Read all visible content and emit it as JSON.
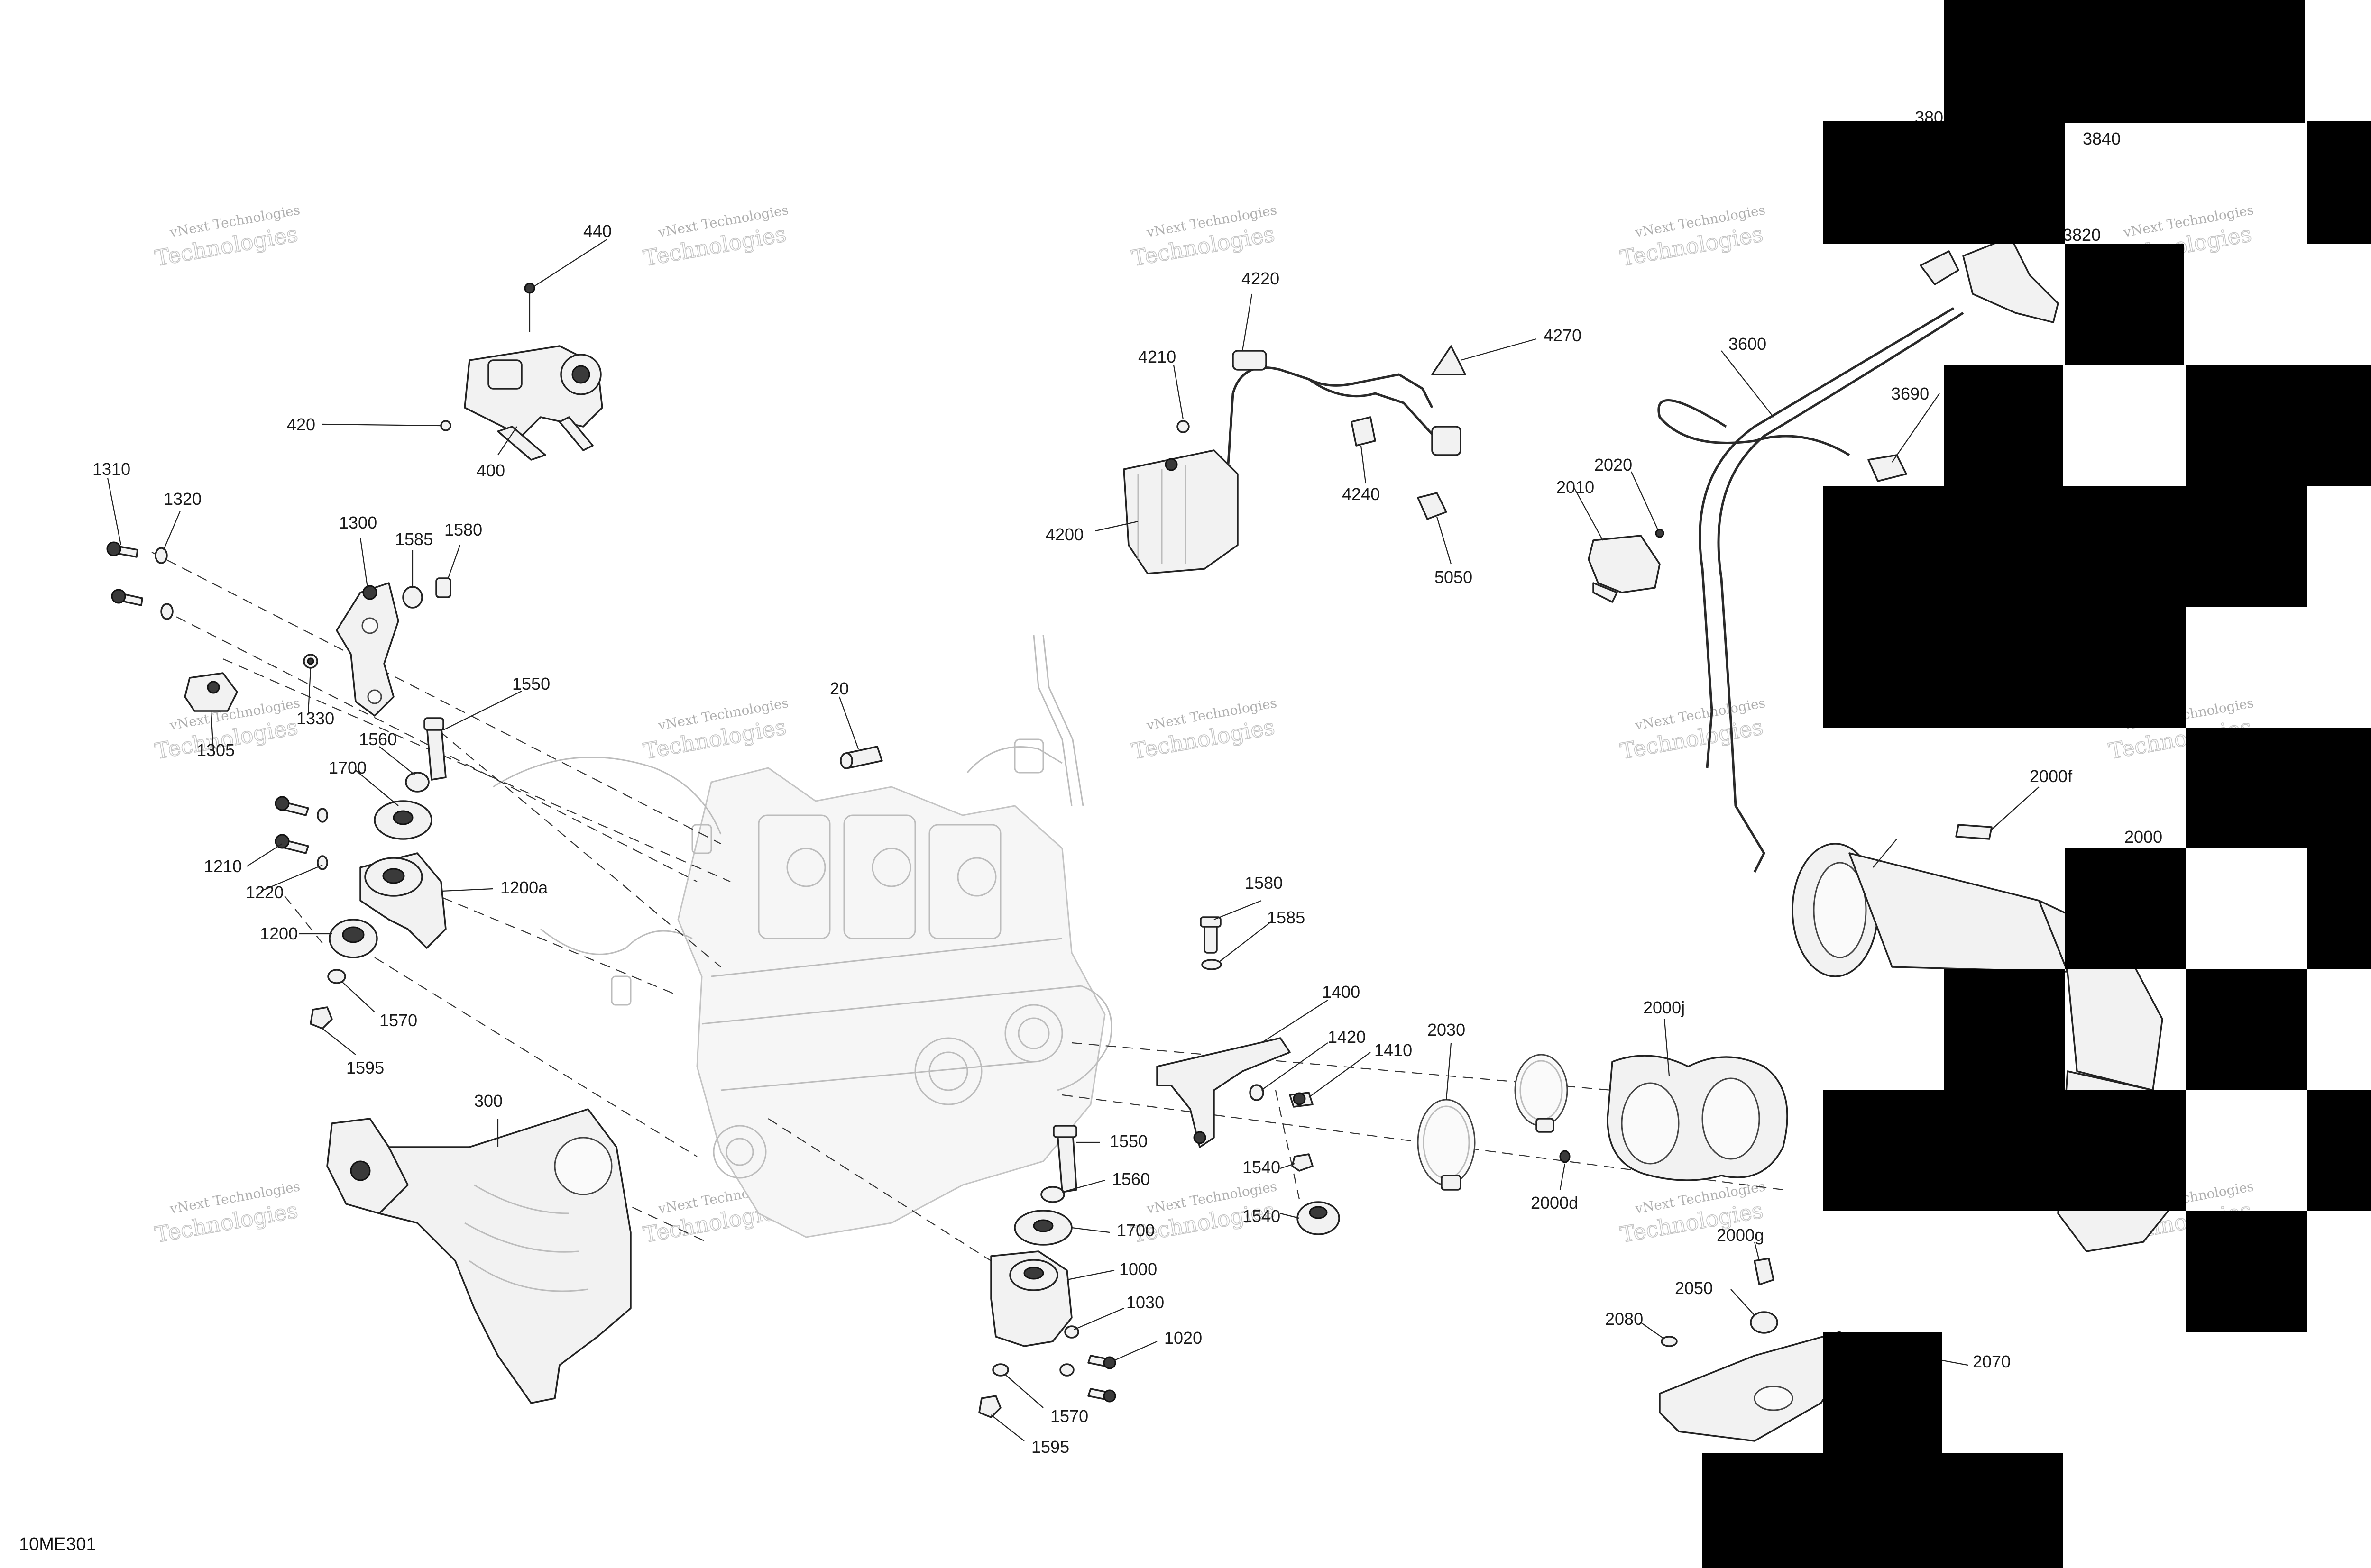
{
  "diagram_code": "10ME301",
  "watermark": {
    "line1": "vNext Technologies",
    "line2": "Technologies"
  },
  "callouts": {
    "c20": "20",
    "c300": "300",
    "c400": "400",
    "c420": "420",
    "c440": "440",
    "c1000": "1000",
    "c1020": "1020",
    "c1030": "1030",
    "c1200": "1200",
    "c1200a": "1200a",
    "c1210": "1210",
    "c1220": "1220",
    "c1300": "1300",
    "c1305": "1305",
    "c1310": "1310",
    "c1320": "1320",
    "c1330": "1330",
    "c1400": "1400",
    "c1410": "1410",
    "c1420": "1420",
    "c1540a": "1540",
    "c1540b": "1540",
    "c1550a": "1550",
    "c1550b": "1550",
    "c1560a": "1560",
    "c1560b": "1560",
    "c1570a": "1570",
    "c1570b": "1570",
    "c1580a": "1580",
    "c1580b": "1580",
    "c1585a": "1585",
    "c1585b": "1585",
    "c1595a": "1595",
    "c1595b": "1595",
    "c1700a": "1700",
    "c1700b": "1700",
    "c2000": "2000",
    "c2000d": "2000d",
    "c2000f": "2000f",
    "c2000g": "2000g",
    "c2000j": "2000j",
    "c2010": "2010",
    "c2020": "2020",
    "c2030": "2030",
    "c2050": "2050",
    "c2070": "2070",
    "c2080": "2080",
    "c3600": "3600",
    "c3690": "3690",
    "c3800": "380",
    "c3820": "3820",
    "c3840": "3840",
    "c4200": "4200",
    "c4210": "4210",
    "c4220": "4220",
    "c4240": "4240",
    "c4270": "4270",
    "c5050": "5050"
  },
  "colors": {
    "line": "#222222",
    "mask_block": "#000000",
    "watermark": "#b0b0b0"
  }
}
